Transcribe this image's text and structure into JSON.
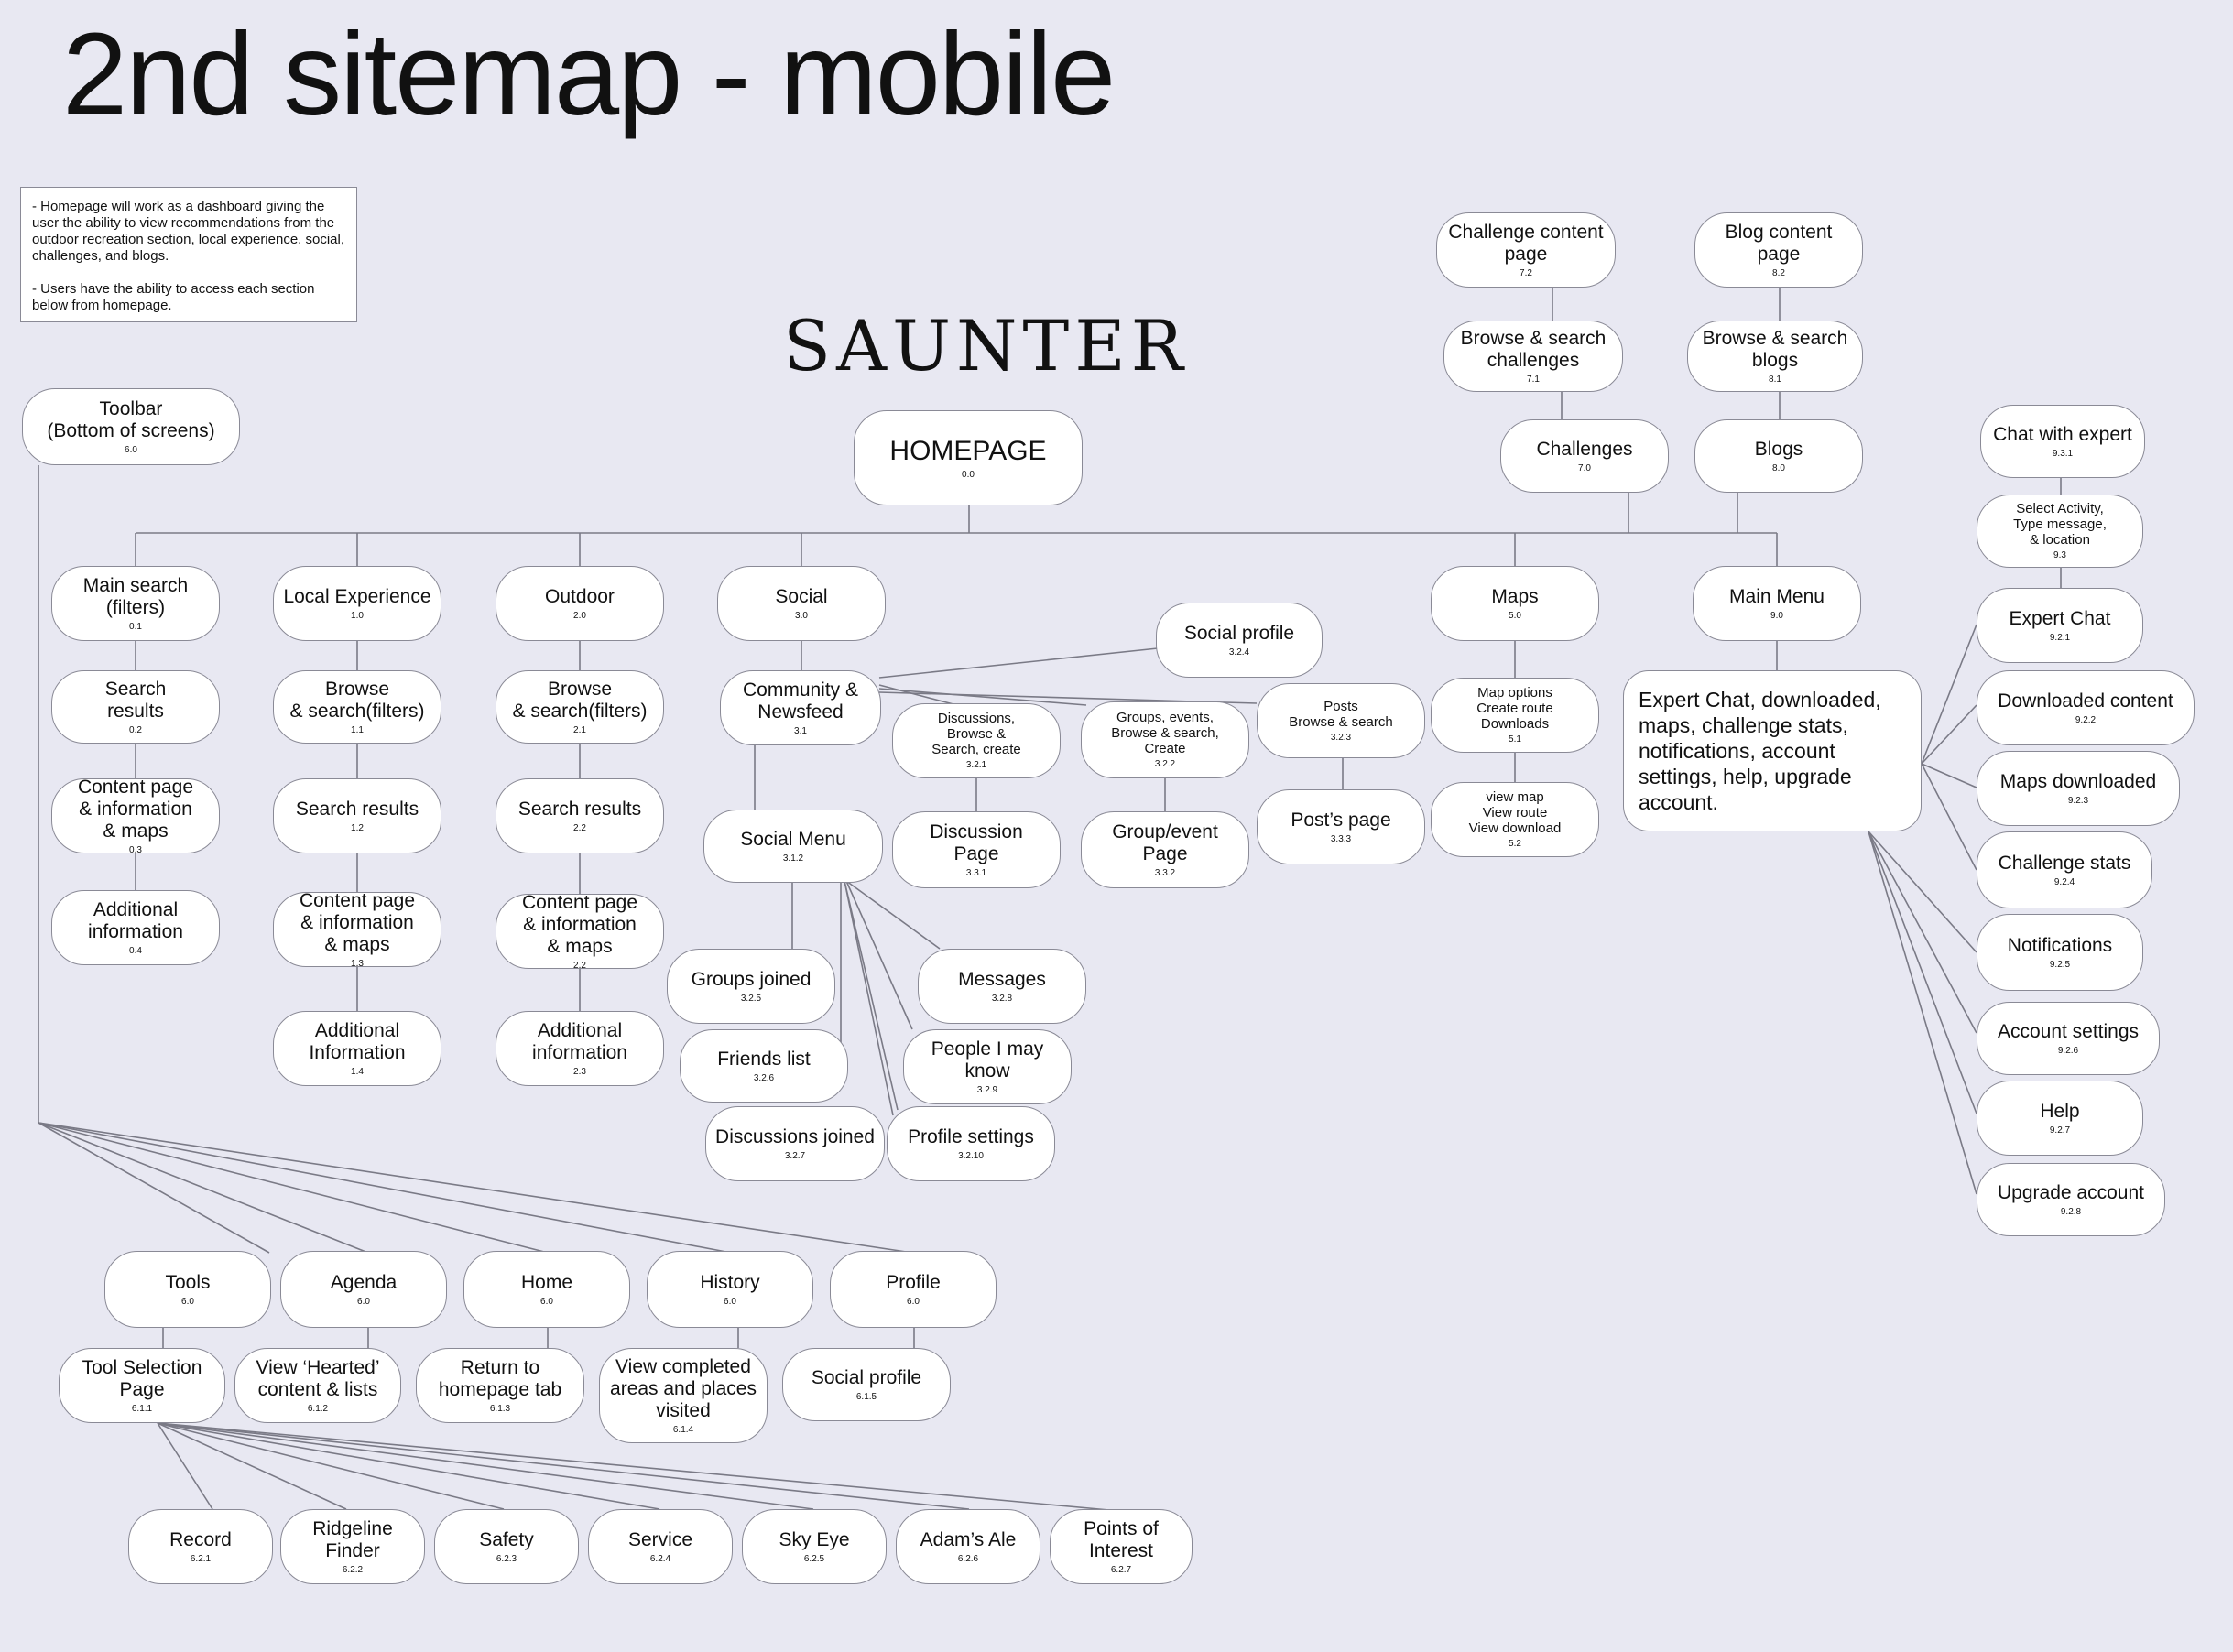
{
  "title": "2nd sitemap - mobile",
  "brand": "SAUNTER",
  "note": {
    "p1": "- Homepage will work as a dashboard giving the user the ability to view recommendations from the outdoor recreation section, local experience, social, challenges, and blogs.",
    "p2": "- Users have the ability to access each section below from homepage."
  },
  "nodes": {
    "homepage": {
      "label": "HOMEPAGE",
      "num": "0.0"
    },
    "toolbar": {
      "label": "Toolbar\n(Bottom of screens)",
      "num": "6.0"
    },
    "main_search": {
      "label": "Main search\n(filters)",
      "num": "0.1"
    },
    "search_results_0": {
      "label": "Search\nresults",
      "num": "0.2"
    },
    "content_page_0": {
      "label": "Content page\n& information\n& maps",
      "num": "0.3"
    },
    "additional_0": {
      "label": "Additional\ninformation",
      "num": "0.4"
    },
    "local_exp": {
      "label": "Local Experience",
      "num": "1.0"
    },
    "browse_1": {
      "label": "Browse\n& search(filters)",
      "num": "1.1"
    },
    "search_results_1": {
      "label": "Search results",
      "num": "1.2"
    },
    "content_page_1": {
      "label": "Content page\n& information\n& maps",
      "num": "1.3"
    },
    "additional_1": {
      "label": "Additional\nInformation",
      "num": "1.4"
    },
    "outdoor": {
      "label": "Outdoor",
      "num": "2.0"
    },
    "browse_2": {
      "label": "Browse\n& search(filters)",
      "num": "2.1"
    },
    "search_results_2": {
      "label": "Search results",
      "num": "2.2"
    },
    "content_page_2": {
      "label": "Content page\n& information\n& maps",
      "num": "2.2"
    },
    "additional_2": {
      "label": "Additional\ninformation",
      "num": "2.3"
    },
    "social": {
      "label": "Social",
      "num": "3.0"
    },
    "community": {
      "label": "Community &\nNewsfeed",
      "num": "3.1"
    },
    "social_profile_top": {
      "label": "Social profile",
      "num": "3.2.4"
    },
    "discussions": {
      "label": "Discussions,\nBrowse &\nSearch, create",
      "num": "3.2.1"
    },
    "groups_events": {
      "label": "Groups, events,\nBrowse & search,\nCreate",
      "num": "3.2.2"
    },
    "posts": {
      "label": "Posts\nBrowse & search",
      "num": "3.2.3"
    },
    "discussion_page": {
      "label": "Discussion\nPage",
      "num": "3.3.1"
    },
    "group_event_page": {
      "label": "Group/event\nPage",
      "num": "3.3.2"
    },
    "posts_page": {
      "label": "Post’s page",
      "num": "3.3.3"
    },
    "social_menu": {
      "label": "Social Menu",
      "num": "3.1.2"
    },
    "groups_joined": {
      "label": "Groups joined",
      "num": "3.2.5"
    },
    "messages": {
      "label": "Messages",
      "num": "3.2.8"
    },
    "friends_list": {
      "label": "Friends list",
      "num": "3.2.6"
    },
    "people_may_know": {
      "label": "People I may\nknow",
      "num": "3.2.9"
    },
    "discussions_joined": {
      "label": "Discussions joined",
      "num": "3.2.7"
    },
    "profile_settings": {
      "label": "Profile settings",
      "num": "3.2.10"
    },
    "maps": {
      "label": "Maps",
      "num": "5.0"
    },
    "map_options": {
      "label": "Map options\nCreate route\nDownloads",
      "num": "5.1"
    },
    "view_map": {
      "label": "view map\nView route\nView download",
      "num": "5.2"
    },
    "challenge_content": {
      "label": "Challenge content\npage",
      "num": "7.2"
    },
    "browse_challenges": {
      "label": "Browse & search\nchallenges",
      "num": "7.1"
    },
    "challenges": {
      "label": "Challenges",
      "num": "7.0"
    },
    "blog_content": {
      "label": "Blog content\npage",
      "num": "8.2"
    },
    "browse_blogs": {
      "label": "Browse & search\nblogs",
      "num": "8.1"
    },
    "blogs": {
      "label": "Blogs",
      "num": "8.0"
    },
    "main_menu": {
      "label": "Main Menu",
      "num": "9.0"
    },
    "menu_detail": {
      "label": "Expert Chat, downloaded, maps, challenge stats, notifications, account settings, help, upgrade account.",
      "num": ""
    },
    "chat_expert": {
      "label": "Chat with expert",
      "num": "9.3.1"
    },
    "select_activity": {
      "label": "Select Activity,\nType message,\n& location",
      "num": "9.3"
    },
    "expert_chat": {
      "label": "Expert Chat",
      "num": "9.2.1"
    },
    "downloaded_content": {
      "label": "Downloaded content",
      "num": "9.2.2"
    },
    "maps_downloaded": {
      "label": "Maps downloaded",
      "num": "9.2.3"
    },
    "challenge_stats": {
      "label": "Challenge stats",
      "num": "9.2.4"
    },
    "notifications": {
      "label": "Notifications",
      "num": "9.2.5"
    },
    "account_settings": {
      "label": "Account settings",
      "num": "9.2.6"
    },
    "help": {
      "label": "Help",
      "num": "9.2.7"
    },
    "upgrade_account": {
      "label": "Upgrade account",
      "num": "9.2.8"
    },
    "tools": {
      "label": "Tools",
      "num": "6.0"
    },
    "agenda": {
      "label": "Agenda",
      "num": "6.0"
    },
    "home": {
      "label": "Home",
      "num": "6.0"
    },
    "history": {
      "label": "History",
      "num": "6.0"
    },
    "profile": {
      "label": "Profile",
      "num": "6.0"
    },
    "tool_selection": {
      "label": "Tool Selection\nPage",
      "num": "6.1.1"
    },
    "view_hearted": {
      "label": "View ‘Hearted’\ncontent & lists",
      "num": "6.1.2"
    },
    "return_home": {
      "label": "Return to\nhomepage tab",
      "num": "6.1.3"
    },
    "view_completed": {
      "label": "View completed\nareas and places\nvisited",
      "num": "6.1.4"
    },
    "social_profile_bottom": {
      "label": "Social profile",
      "num": "6.1.5"
    },
    "record": {
      "label": "Record",
      "num": "6.2.1"
    },
    "ridgeline": {
      "label": "Ridgeline\nFinder",
      "num": "6.2.2"
    },
    "safety": {
      "label": "Safety",
      "num": "6.2.3"
    },
    "service": {
      "label": "Service",
      "num": "6.2.4"
    },
    "sky_eye": {
      "label": "Sky Eye",
      "num": "6.2.5"
    },
    "adams_ale": {
      "label": "Adam’s Ale",
      "num": "6.2.6"
    },
    "points_interest": {
      "label": "Points of\nInterest",
      "num": "6.2.7"
    }
  }
}
